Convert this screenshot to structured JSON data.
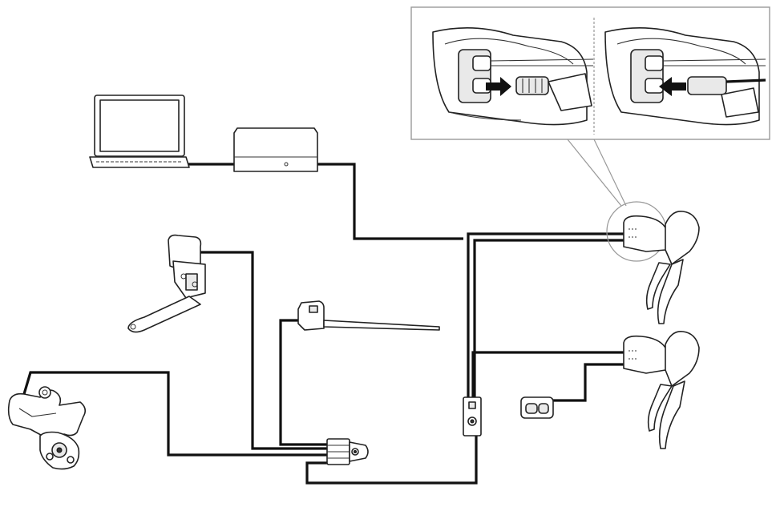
{
  "components": [
    {
      "id": "laptop",
      "label": "",
      "kind": "laptop-icon"
    },
    {
      "id": "interface",
      "label": "",
      "kind": "interface-unit-icon"
    },
    {
      "id": "front-derailleur",
      "label": "",
      "kind": "front-derailleur-icon"
    },
    {
      "id": "rear-derailleur",
      "label": "",
      "kind": "rear-derailleur-icon"
    },
    {
      "id": "battery-mount",
      "label": "",
      "kind": "battery-mount-icon"
    },
    {
      "id": "junction-a",
      "label": "",
      "kind": "junction-box-icon"
    },
    {
      "id": "junction-b",
      "label": "",
      "kind": "junction-box-icon"
    },
    {
      "id": "shifter-upper",
      "label": "",
      "kind": "dual-control-lever-icon"
    },
    {
      "id": "shifter-lower",
      "label": "",
      "kind": "dual-control-lever-icon"
    },
    {
      "id": "satellite-switch",
      "label": "",
      "kind": "remote-switch-icon"
    }
  ],
  "inset": {
    "panels": [
      {
        "id": "insert-cable",
        "arrow": "right-arrow-icon"
      },
      {
        "id": "remove-cable",
        "arrow": "left-arrow-icon"
      }
    ],
    "callout_target": "shifter-upper"
  },
  "colors": {
    "line": "#111111",
    "background": "#ffffff",
    "inset_border": "#999999"
  }
}
